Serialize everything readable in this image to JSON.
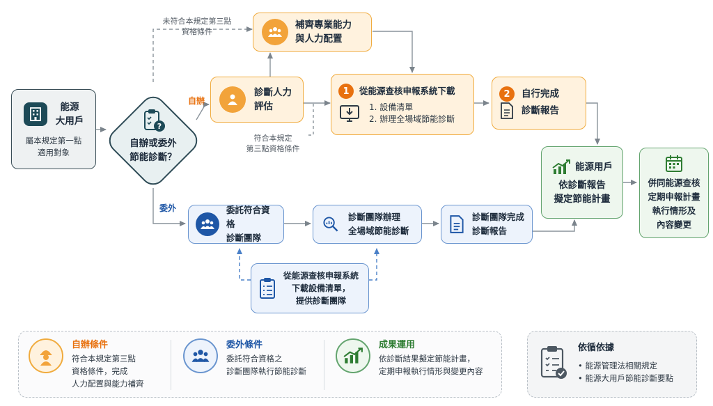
{
  "colors": {
    "orange": "#f0ab3e",
    "orange_fill": "#fff2de",
    "blue": "#1f57a6",
    "blue_fill": "#edf3fc",
    "green": "#2e7d32",
    "green_fill": "#eef7ee",
    "dark_teal": "#1d4a57",
    "gray": "#6f7a84",
    "step_badge": "#e8710f"
  },
  "nodes": {
    "energy_user": {
      "title_line1": "能源",
      "title_line2": "大用戶",
      "sub_line1": "屬本規定第一點",
      "sub_line2": "適用對象",
      "icon": "building-icon"
    },
    "decision": {
      "line1": "自辦或委外",
      "line2": "節能診斷？",
      "icon": "clipboard-question-icon"
    },
    "staff_eval": {
      "line1": "診斷人力",
      "line2": "評估",
      "icon": "person-icon"
    },
    "supplement": {
      "line1": "補齊專業能力",
      "line2": "與人力配置",
      "icon": "team-icon"
    },
    "step1": {
      "badge": "1",
      "title": "從能源查核申報系統下載",
      "item1": "1. 設備清單",
      "item2": "2. 辦理全場域節能診斷",
      "icon": "monitor-download-icon"
    },
    "step2": {
      "badge": "2",
      "line1": "自行完成",
      "line2": "診斷報告",
      "icon": "document-icon"
    },
    "entrust": {
      "line1": "委託符合資格",
      "line2": "診斷團隊",
      "icon": "team-icon"
    },
    "team_diag": {
      "line1": "診斷團隊辦理",
      "line2": "全場域節能診斷",
      "icon": "magnifier-chart-icon"
    },
    "team_report": {
      "line1": "診斷團隊完成",
      "line2": "診斷報告",
      "icon": "document-icon"
    },
    "download_list": {
      "line1": "從能源查核申報系統",
      "line2": "下載設備清單，",
      "line3": "提供診斷團隊",
      "icon": "checklist-icon"
    },
    "plan": {
      "line1": "能源用戶",
      "line2": "依診斷報告",
      "line3": "擬定節能計畫",
      "icon": "growth-chart-icon"
    },
    "report": {
      "line1": "併同能源查核",
      "line2": "定期申報計畫",
      "line3": "執行情形及",
      "line4": "內容變更",
      "icon": "calendar-icon"
    }
  },
  "edge_labels": {
    "self": "自辦",
    "outsource": "委外",
    "not_qualified_line1": "未符合本規定第三點",
    "not_qualified_line2": "資格條件",
    "qualified_line1": "符合本規定",
    "qualified_line2": "第三點資格條件"
  },
  "legend": [
    {
      "title": "自辦條件",
      "line1": "符合本規定第三點",
      "line2": "資格條件，完成",
      "line3": "人力配置與能力補齊",
      "icon": "worker-icon"
    },
    {
      "title": "委外條件",
      "line1": "委託符合資格之",
      "line2": "診斷團隊執行節能診斷",
      "icon": "team-icon"
    },
    {
      "title": "成果運用",
      "line1": "依診斷結果擬定節能計畫，",
      "line2": "定期申報執行情形與變更內容",
      "icon": "growth-chart-icon"
    }
  ],
  "basis": {
    "title": "依循依據",
    "item1": "• 能源管理法相關規定",
    "item2": "• 能源大用戶節能診斷要點",
    "icon": "clipboard-check-icon"
  }
}
